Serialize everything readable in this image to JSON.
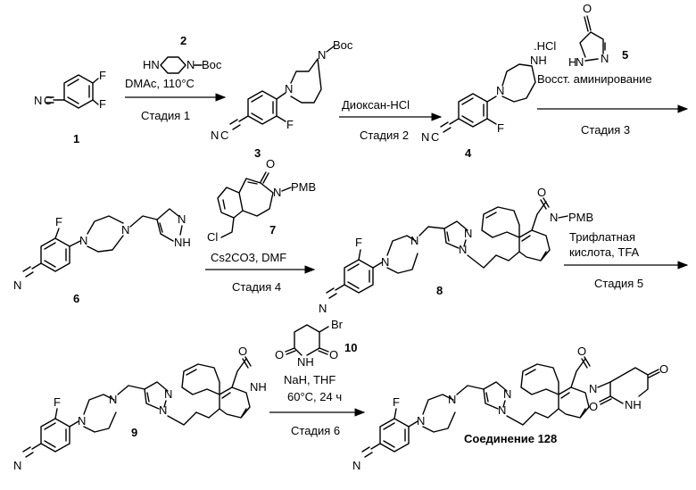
{
  "atoms": {
    "F": "F",
    "N": "N",
    "O": "O",
    "NH": "NH",
    "HN": "HN",
    "Cl": "Cl",
    "Br": "Br",
    "boc": "Boc",
    "pmb": "PMB",
    "hcl_salt": ".HCl",
    "h": "H"
  },
  "compounds": {
    "c1": "1",
    "c2": "2",
    "c3": "3",
    "c4": "4",
    "c5": "5",
    "c6": "6",
    "c7": "7",
    "c8": "8",
    "c9": "9",
    "c10": "10",
    "c128": "Соединение 128"
  },
  "steps": {
    "s1": {
      "conditions": "DMAc, 110°C",
      "label": "Стадия 1"
    },
    "s2": {
      "conditions": "Диоксан-HCl",
      "label": "Стадия 2"
    },
    "s3": {
      "conditions": "Восст. аминирование",
      "label": "Стадия 3"
    },
    "s4": {
      "conditions": "Cs2CO3, DMF",
      "label": "Стадия 4"
    },
    "s5": {
      "conditions_line1": "Трифлатная",
      "conditions_line2": "кислота, TFA",
      "label": "Стадия 5"
    },
    "s6": {
      "conditions_line1": "NaH, THF",
      "conditions_line2": "60°C, 24 ч",
      "label": "Стадия 6"
    }
  }
}
